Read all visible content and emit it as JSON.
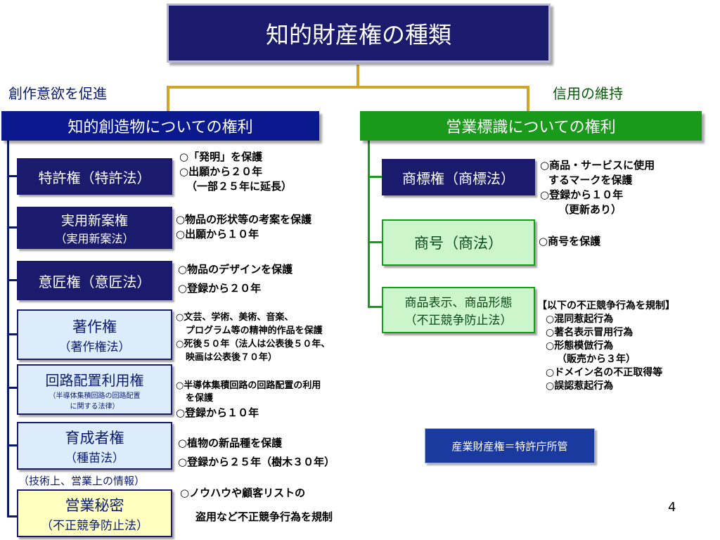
{
  "title": "知的財産権の種類",
  "left_top_label": "創作意欲を促進",
  "right_top_label": "信用の維持",
  "left_header": "知的創造物についての権利",
  "right_header": "営業標識についての権利",
  "left_items": [
    {
      "label": "特許権（特許法）",
      "desc": [
        "○「発明」を保護",
        "○出願から２０年",
        "（一部２５年に延長）"
      ]
    },
    {
      "label": "実用新案権",
      "sub": "（実用新案法）",
      "desc": [
        "○物品の形状等の考案を保護",
        "○出願から１０年"
      ]
    },
    {
      "label": "意匠権（意匠法）",
      "desc": [
        "○物品のデザインを保護",
        "○登録から２０年"
      ]
    },
    {
      "label": "著作権",
      "sub": "（著作権法）",
      "desc": [
        "○文芸、学術、美術、音楽、",
        "プログラム等の精神的作品を保護",
        "○死後５０年（法人は公表後５０年、",
        "映画は公表後７０年）"
      ]
    },
    {
      "label": "回路配置利用権",
      "sub": "（半導体集積回路の回路配置",
      "sub2": "に関する法律）",
      "desc": [
        "○半導体集積回路の回路配置の利用",
        "を保護",
        "○登録から１０年"
      ]
    },
    {
      "label": "育成者権",
      "sub": "（種苗法）",
      "desc": [
        "○植物の新品種を保護",
        "○登録から２５年（樹木３０年）"
      ]
    },
    {
      "label": "営業秘密",
      "sub": "（不正競争防止法）",
      "note": "（技術上、営業上の情報）",
      "desc": [
        "○ノウハウや顧客リストの",
        "盗用など不正競争行為を規制"
      ]
    }
  ],
  "right_items": [
    {
      "label": "商標権（商標法）",
      "desc": [
        "○商品・サービスに使用",
        "するマークを保護",
        "○登録から１０年",
        "（更新あり）"
      ]
    },
    {
      "label": "商号（商法）",
      "desc": [
        "○商号を保護"
      ]
    },
    {
      "label": "商品表示、商品形態",
      "sub": "（不正競争防止法）",
      "desc": [
        "【以下の不正競争行為を規制】",
        "○混同惹起行為",
        "○著名表示冒用行為",
        "○形態模倣行為",
        "（販売から３年）",
        "○ドメイン名の不正取得等",
        "○誤認惹起行為"
      ]
    }
  ],
  "footer_box": "産業財産権＝特許庁所管",
  "page_number": "4",
  "colors": {
    "navy": "#1b1b6e",
    "gold": "#d4a32a",
    "green": "#1a9a1a",
    "light_blue": "#dcecfb",
    "light_green": "#ccf5cc",
    "light_yellow": "#ffffc0"
  }
}
